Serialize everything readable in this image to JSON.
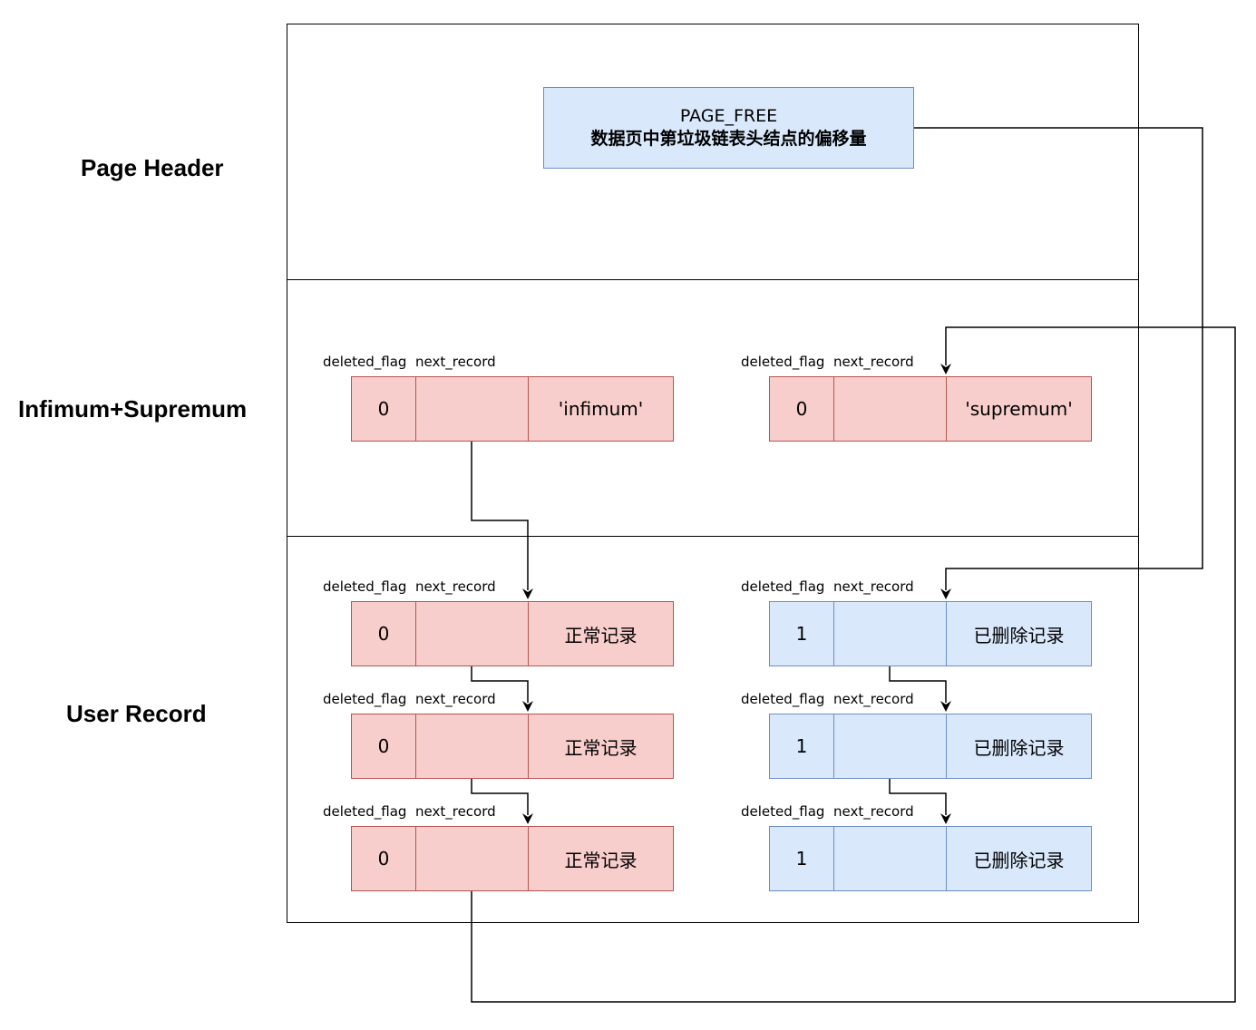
{
  "sections": {
    "page_header": "Page Header",
    "infimum_supremum": "Infimum+Supremum",
    "user_record": "User Record"
  },
  "page_free": {
    "line1": "PAGE_FREE",
    "line2": "数据页中第垃圾链表头结点的偏移量"
  },
  "field_labels": {
    "deleted_flag": "deleted_flag",
    "next_record": "next_record"
  },
  "records": {
    "infimum": {
      "deleted_flag": "0",
      "content": "'infimum'"
    },
    "supremum": {
      "deleted_flag": "0",
      "content": "'supremum'"
    },
    "normal": [
      {
        "deleted_flag": "0",
        "content": "正常记录"
      },
      {
        "deleted_flag": "0",
        "content": "正常记录"
      },
      {
        "deleted_flag": "0",
        "content": "正常记录"
      }
    ],
    "deleted": [
      {
        "deleted_flag": "1",
        "content": "已删除记录"
      },
      {
        "deleted_flag": "1",
        "content": "已删除记录"
      },
      {
        "deleted_flag": "1",
        "content": "已删除记录"
      }
    ]
  },
  "colors": {
    "normal_fill": "#f8cecc",
    "normal_stroke": "#b85450",
    "deleted_fill": "#dae8fc",
    "deleted_stroke": "#6c8ebf"
  }
}
